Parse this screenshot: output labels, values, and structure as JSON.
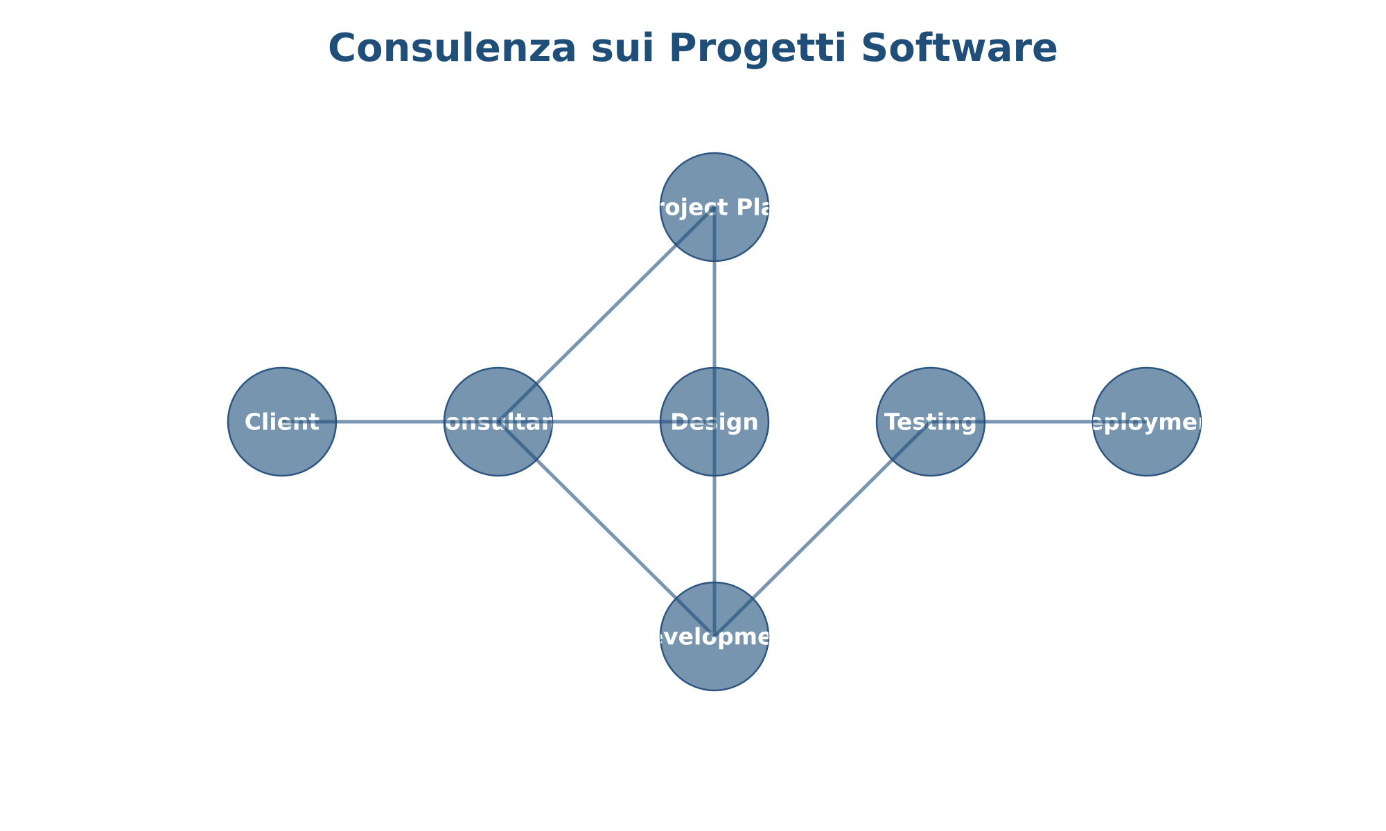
{
  "title": "Consulenza sui Progetti Software",
  "colors": {
    "title": "#1f4e79",
    "node_fill": "#4a7194",
    "node_stroke": "#2c5580",
    "edge": "#1f4e79",
    "label": "#ffffff"
  },
  "nodes": [
    {
      "id": "client",
      "label": "Client"
    },
    {
      "id": "consultant",
      "label": "Consultant"
    },
    {
      "id": "project_plan",
      "label": "Project Plan"
    },
    {
      "id": "design",
      "label": "Design"
    },
    {
      "id": "development",
      "label": "Development"
    },
    {
      "id": "testing",
      "label": "Testing"
    },
    {
      "id": "deployment",
      "label": "Deployment"
    }
  ],
  "edges": [
    {
      "from": "client",
      "to": "consultant"
    },
    {
      "from": "consultant",
      "to": "project_plan"
    },
    {
      "from": "consultant",
      "to": "design"
    },
    {
      "from": "consultant",
      "to": "development"
    },
    {
      "from": "project_plan",
      "to": "design"
    },
    {
      "from": "design",
      "to": "development"
    },
    {
      "from": "development",
      "to": "testing"
    },
    {
      "from": "testing",
      "to": "deployment"
    }
  ]
}
